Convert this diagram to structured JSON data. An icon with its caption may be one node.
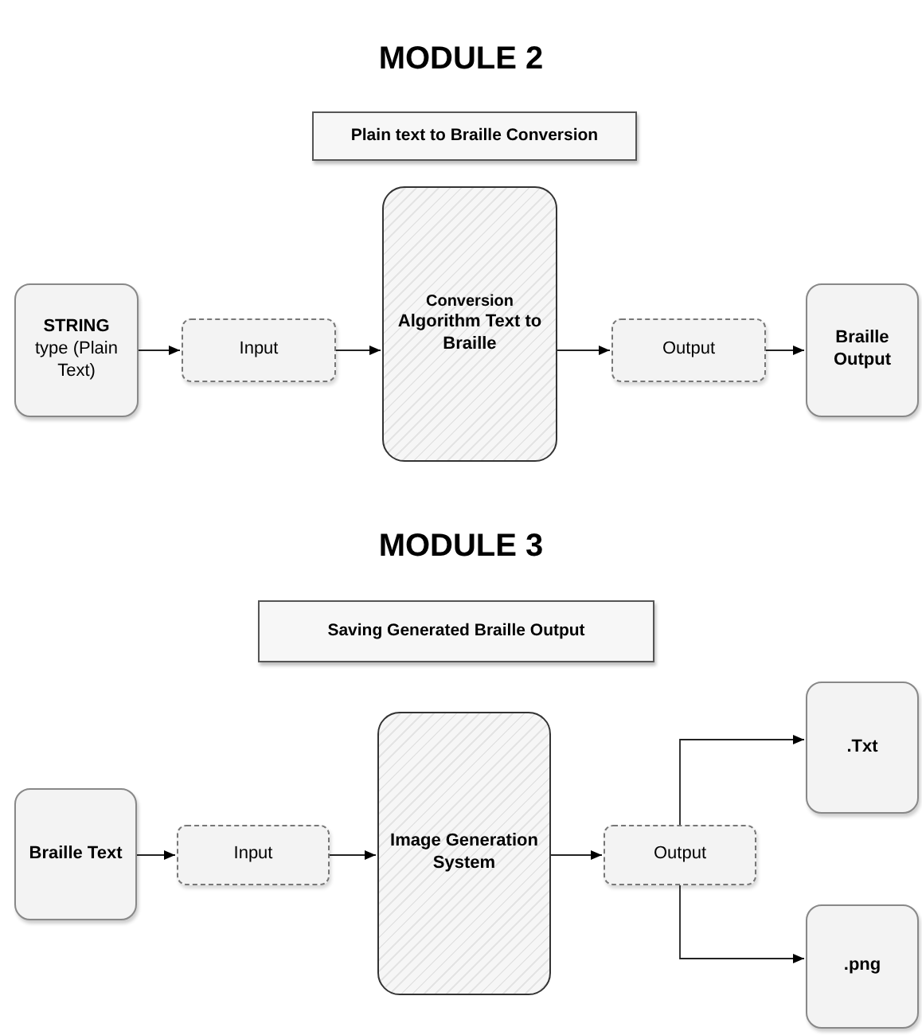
{
  "diagram": {
    "nodes": [
      {
        "text": [
          "Plain text to Braille Conversion"
        ]
      },
      {
        "text": [
          "STRING",
          "type (Plain Text)"
        ]
      },
      {
        "text": [
          "Input"
        ]
      },
      {
        "text": [
          "Conversion",
          "Algorithm Text to Braille"
        ]
      },
      {
        "text": [
          "Output"
        ]
      },
      {
        "text": [
          "Braille Output"
        ]
      },
      {
        "text": [
          "Saving Generated Braille Output"
        ]
      },
      {
        "text": [
          "Braille Text"
        ]
      },
      {
        "text": [
          "Input"
        ]
      },
      {
        "text": [
          "Image Generation System"
        ]
      },
      {
        "text": [
          "Output"
        ]
      },
      {
        "text": [
          ".Txt"
        ]
      },
      {
        "text": [
          ".png"
        ]
      }
    ],
    "edges": [
      {
        "from": 1,
        "to": 2,
        "arrow": "to"
      },
      {
        "from": 2,
        "to": 3,
        "arrow": "to"
      },
      {
        "from": 3,
        "to": 4,
        "arrow": "to"
      },
      {
        "from": 4,
        "to": 5,
        "arrow": "to"
      },
      {
        "from": 7,
        "to": 8,
        "arrow": "to"
      },
      {
        "from": 8,
        "to": 9,
        "arrow": "to"
      },
      {
        "from": 9,
        "to": 10,
        "arrow": "to"
      },
      {
        "from": 10,
        "to": 11,
        "arrow": "to"
      },
      {
        "from": 10,
        "to": 12,
        "arrow": "to"
      }
    ],
    "labels": [
      "MODULE 2",
      "MODULE 3"
    ]
  }
}
